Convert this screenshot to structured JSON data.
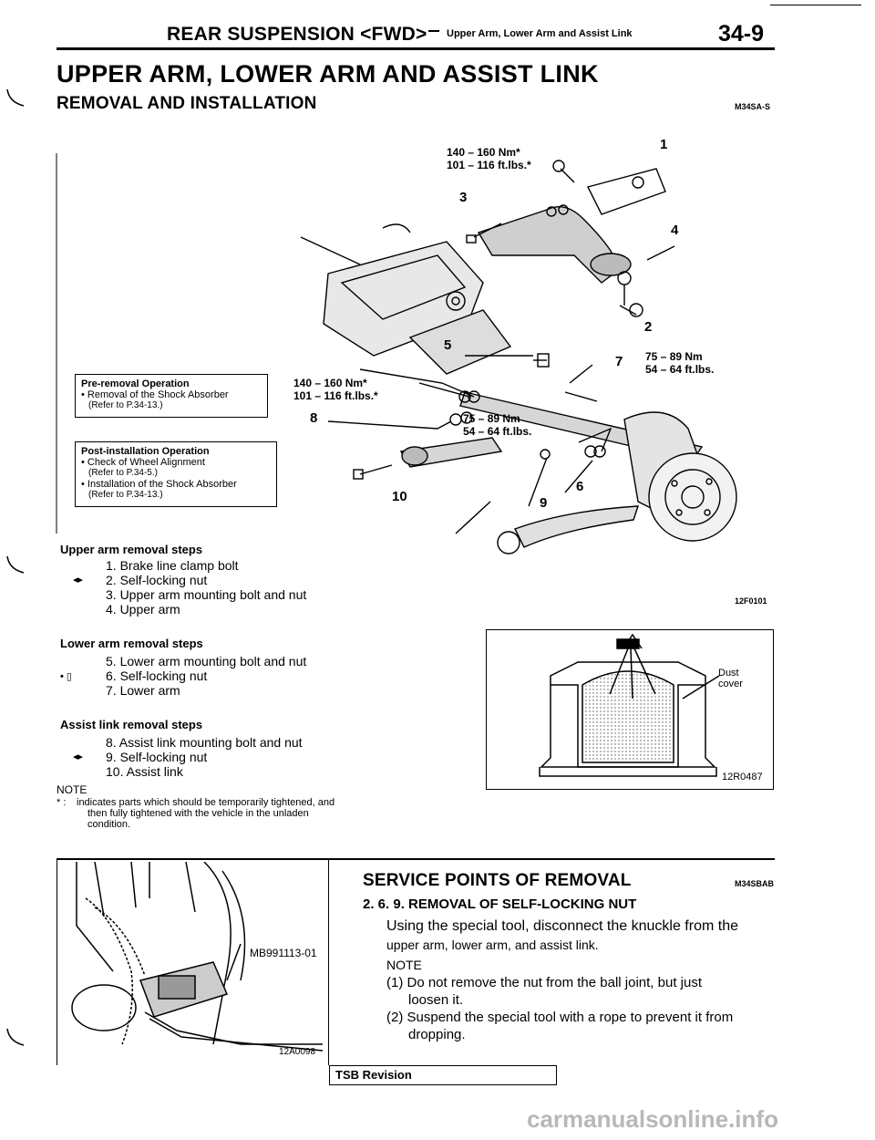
{
  "header": {
    "title": "REAR SUSPENSION <FWD>",
    "subtitle": "Upper Arm, Lower Arm and Assist Link",
    "page": "34-9"
  },
  "main_title": "UPPER ARM, LOWER ARM AND ASSIST LINK",
  "section1": {
    "title": "REMOVAL AND INSTALLATION",
    "code": "M34SA-S"
  },
  "diagram": {
    "labels": {
      "torque_upper": "140 – 160 Nm*",
      "torque_upper_ft": "101 – 116 ft.lbs.*",
      "torque_mid": "140 – 160 Nm*",
      "torque_mid_ft": "101 – 116 ft.lbs.*",
      "torque_r1": "75 – 89 Nm",
      "torque_r1_ft": "54 – 64 ft.lbs.",
      "torque_r2": "75 – 89 Nm",
      "torque_r2_ft": "54 – 64 ft.lbs.",
      "n1": "1",
      "n2": "2",
      "n3": "3",
      "n4": "4",
      "n5": "5",
      "n6": "6",
      "n7": "7",
      "n8": "8",
      "n9": "9",
      "n10": "10"
    },
    "figure_code": "12F0101"
  },
  "pre_removal": {
    "heading": "Pre-removal Operation",
    "items": [
      "• Removal of the Shock Absorber",
      "(Refer to P.34-13.)"
    ]
  },
  "post_installation": {
    "heading": "Post-installation Operation",
    "items": [
      "• Check of Wheel Alignment",
      "(Refer to P.34-5.)",
      "• Installation of the Shock Absorber",
      "(Refer to P.34-13.)"
    ]
  },
  "upper_steps": {
    "heading": "Upper arm removal steps",
    "marker": "◂▸",
    "items": [
      "1. Brake line clamp bolt",
      "2. Self-locking nut",
      "3. Upper arm mounting bolt and nut",
      "4. Upper arm"
    ]
  },
  "lower_steps": {
    "heading": "Lower arm removal steps",
    "marker": "• ▯",
    "items": [
      "5. Lower arm mounting bolt and nut",
      "6. Self-locking nut",
      "7. Lower arm"
    ]
  },
  "assist_steps": {
    "heading": "Assist link removal steps",
    "marker": "◂▸",
    "items": [
      "8. Assist link mounting bolt and nut",
      "9. Self-locking nut",
      "10. Assist link"
    ]
  },
  "note": {
    "label": "NOTE",
    "mark": "* :",
    "lines": [
      "indicates parts which should be temporarily tightened, and",
      "then fully tightened with the vehicle in the unladen",
      "condition."
    ]
  },
  "dust_cover": {
    "label1": "Dust",
    "label2": "cover",
    "code": "12R0487"
  },
  "tool_figure": {
    "tool": "MB991113-01",
    "code": "12A0098"
  },
  "section2": {
    "title": "SERVICE POINTS OF REMOVAL",
    "code": "M34SBAB",
    "subheading": "2. 6. 9. REMOVAL OF SELF-LOCKING NUT",
    "para1": "Using the special tool, disconnect the knuckle from the",
    "para1b": "upper arm, lower arm, and assist link.",
    "note_label": "NOTE",
    "note1a": "(1) Do not remove the nut from the ball joint, but just",
    "note1b": "loosen it.",
    "note2a": "(2) Suspend the special tool with a rope to prevent it from",
    "note2b": "dropping."
  },
  "footer": {
    "tsb": "TSB Revision",
    "watermark": "carmanualsonline.info"
  }
}
